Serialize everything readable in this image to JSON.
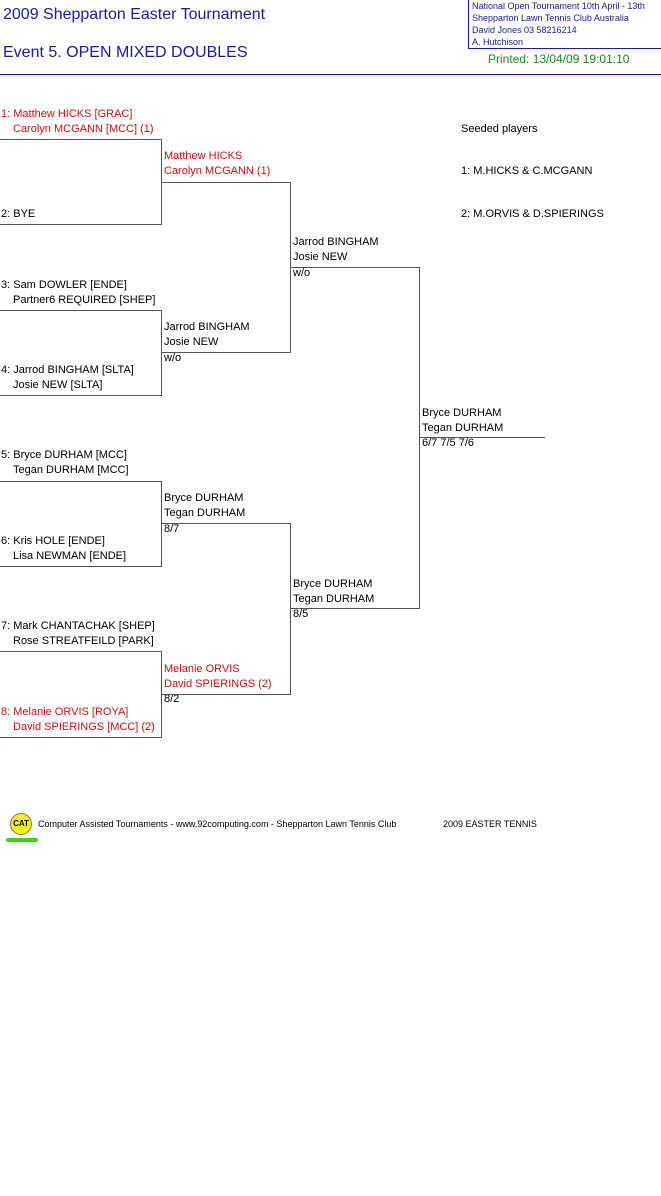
{
  "header": {
    "title": "2009 Shepparton Easter Tournament",
    "event": "Event 5. OPEN MIXED DOUBLES",
    "info": [
      "National Open Tournament   10th April - 13th",
      "Shepparton Lawn Tennis Club    Australia",
      "David Jones    03 58216214",
      "A. Hutchison"
    ],
    "printed": "Printed: 13/04/09 19:01:10"
  },
  "seeds": {
    "title": "Seeded players",
    "list": [
      "1: M.HICKS & C.MCGANN",
      "2: M.ORVIS & D.SPIERINGS"
    ]
  },
  "round1": [
    {
      "p1": "1: Matthew HICKS [GRAC]",
      "p2": "Carolyn MCGANN [MCC] (1)"
    },
    {
      "p1": "2: BYE",
      "p2": ""
    },
    {
      "p1": "3: Sam DOWLER [ENDE]",
      "p2": "Partner6 REQUIRED [SHEP]"
    },
    {
      "p1": "4: Jarrod BINGHAM [SLTA]",
      "p2": "Josie NEW [SLTA]"
    },
    {
      "p1": "5: Bryce DURHAM [MCC]",
      "p2": "Tegan DURHAM [MCC]"
    },
    {
      "p1": "6: Kris HOLE [ENDE]",
      "p2": "Lisa NEWMAN [ENDE]"
    },
    {
      "p1": "7: Mark CHANTACHAK [SHEP]",
      "p2": "Rose STREATFEILD [PARK]"
    },
    {
      "p1": "8: Melanie ORVIS [ROYA]",
      "p2": "David SPIERINGS [MCC] (2)"
    }
  ],
  "round2": [
    {
      "p1": "Matthew HICKS",
      "p2": "Carolyn MCGANN (1)",
      "score": ""
    },
    {
      "p1": "Jarrod BINGHAM",
      "p2": "Josie NEW",
      "score": "w/o"
    },
    {
      "p1": "Bryce DURHAM",
      "p2": "Tegan DURHAM",
      "score": "8/7"
    },
    {
      "p1": "Melanie ORVIS",
      "p2": "David SPIERINGS (2)",
      "score": "8/2"
    }
  ],
  "semis": [
    {
      "p1": "Jarrod BINGHAM",
      "p2": "Josie NEW",
      "score": "w/o"
    },
    {
      "p1": "Bryce DURHAM",
      "p2": "Tegan DURHAM",
      "score": "8/5"
    }
  ],
  "final": {
    "p1": "Bryce DURHAM",
    "p2": "Tegan DURHAM",
    "score": "6/7 7/5 7/6"
  },
  "footer": {
    "logo": "CAT",
    "text": "Computer Assisted Tournaments - www.92computing.com -  Shepparton Lawn Tennis Club",
    "right": "2009 EASTER TENNIS"
  }
}
